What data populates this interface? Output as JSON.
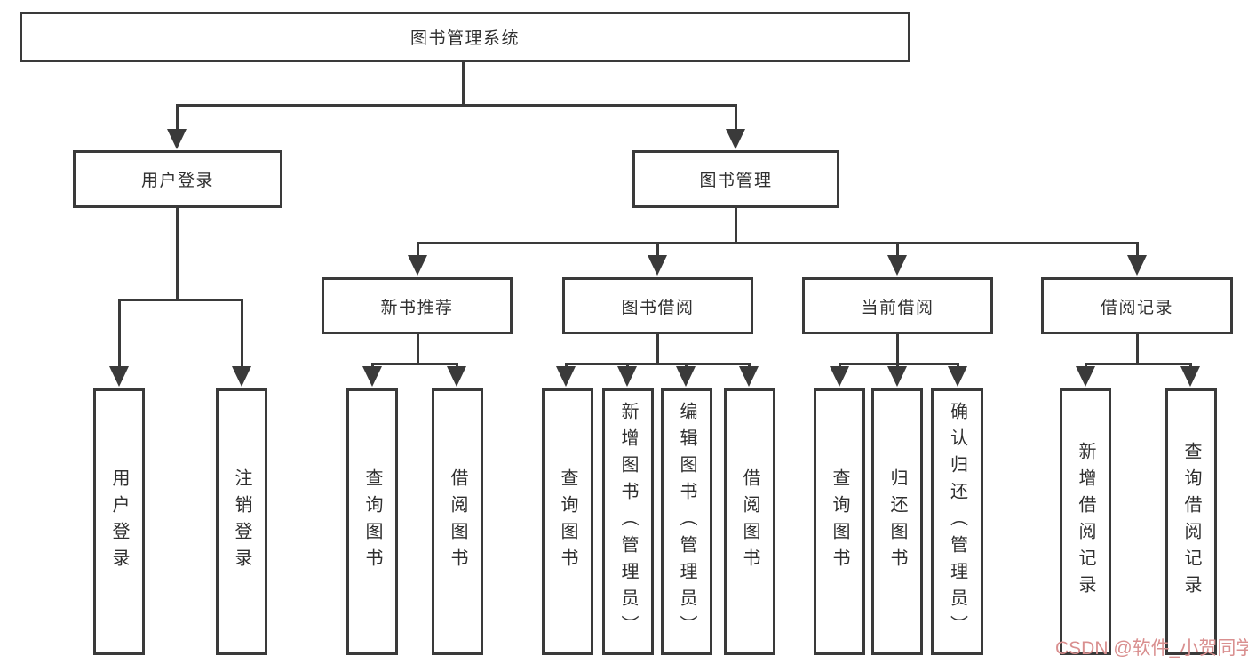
{
  "diagram_title": "图书管理系统",
  "nodes": {
    "root": "图书管理系统",
    "user_login": "用户登录",
    "book_mgmt": "图书管理",
    "new_book_rec": "新书推荐",
    "book_borrow": "图书借阅",
    "current_borrow": "当前借阅",
    "borrow_records": "借阅记录",
    "leaf_user_login": "用户登录",
    "leaf_logout": "注销登录",
    "leaf_nb_query": "查询图书",
    "leaf_nb_borrow": "借阅图书",
    "leaf_bb_query": "查询图书",
    "leaf_bb_add": "新增图书（管理员）",
    "leaf_bb_edit": "编辑图书（管理员）",
    "leaf_bb_borrow": "借阅图书",
    "leaf_cb_query": "查询图书",
    "leaf_cb_return": "归还图书",
    "leaf_cb_confirm": "确认归还（管理员）",
    "leaf_br_add": "新增借阅记录",
    "leaf_br_query": "查询借阅记录"
  },
  "hierarchy": {
    "图书管理系统": {
      "用户登录": [
        "用户登录",
        "注销登录"
      ],
      "图书管理": {
        "新书推荐": [
          "查询图书",
          "借阅图书"
        ],
        "图书借阅": [
          "查询图书",
          "新增图书（管理员）",
          "编辑图书（管理员）",
          "借阅图书"
        ],
        "当前借阅": [
          "查询图书",
          "归还图书",
          "确认归还（管理员）"
        ],
        "借阅记录": [
          "新增借阅记录",
          "查询借阅记录"
        ]
      }
    }
  },
  "watermark": {
    "text": "CSDN @软件_小贺同学",
    "color": "#d98f8f"
  },
  "colors": {
    "line": "#3a3a3a",
    "text": "#2f2f2f",
    "background": "#ffffff"
  }
}
